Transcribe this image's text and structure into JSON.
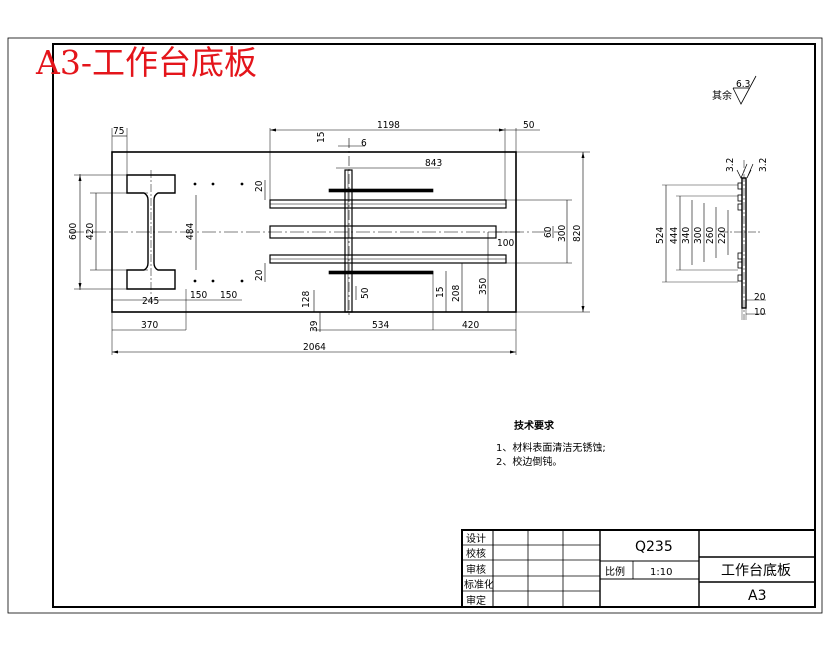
{
  "sheet_title": "A3-工作台底板",
  "roughness": {
    "label": "其余",
    "value": "6.3"
  },
  "side_roughness": [
    "3.2",
    "3.2"
  ],
  "front_dims": {
    "top_overall": "1198",
    "top_right": "50",
    "flange_gap": "15",
    "small_6": "6",
    "bar_len": "843",
    "flange_width": "75",
    "left_height": "600",
    "web_height": "420",
    "center_484": "484",
    "spacing_20a": "20",
    "spacing_20b": "20",
    "bar_100": "100",
    "right_60": "60",
    "right_300": "300",
    "right_820": "820",
    "base_245": "245",
    "hole_150a": "150",
    "hole_150b": "150",
    "bottom_370": "370",
    "bottom_534": "534",
    "bottom_420": "420",
    "overall_2064": "2064",
    "h_128": "128",
    "h_39": "39",
    "h_50": "50",
    "h_15": "15",
    "h_208": "208",
    "h_350": "350"
  },
  "side_dims": {
    "d1": "524",
    "d2": "444",
    "d3": "340",
    "d4": "300",
    "d5": "260",
    "d6": "220",
    "thick_20": "20",
    "thick_10": "10"
  },
  "tech_requirements": {
    "heading": "技术要求",
    "items": [
      "1、材料表面清洁无锈蚀;",
      "2、校边倒钝。"
    ]
  },
  "title_block": {
    "row_labels": [
      "设计",
      "校核",
      "审核",
      "标准化",
      "审定"
    ],
    "material": "Q235",
    "scale_label": "比例",
    "scale_value": "1:10",
    "part_name": "工作台底板",
    "sheet_size": "A3"
  }
}
